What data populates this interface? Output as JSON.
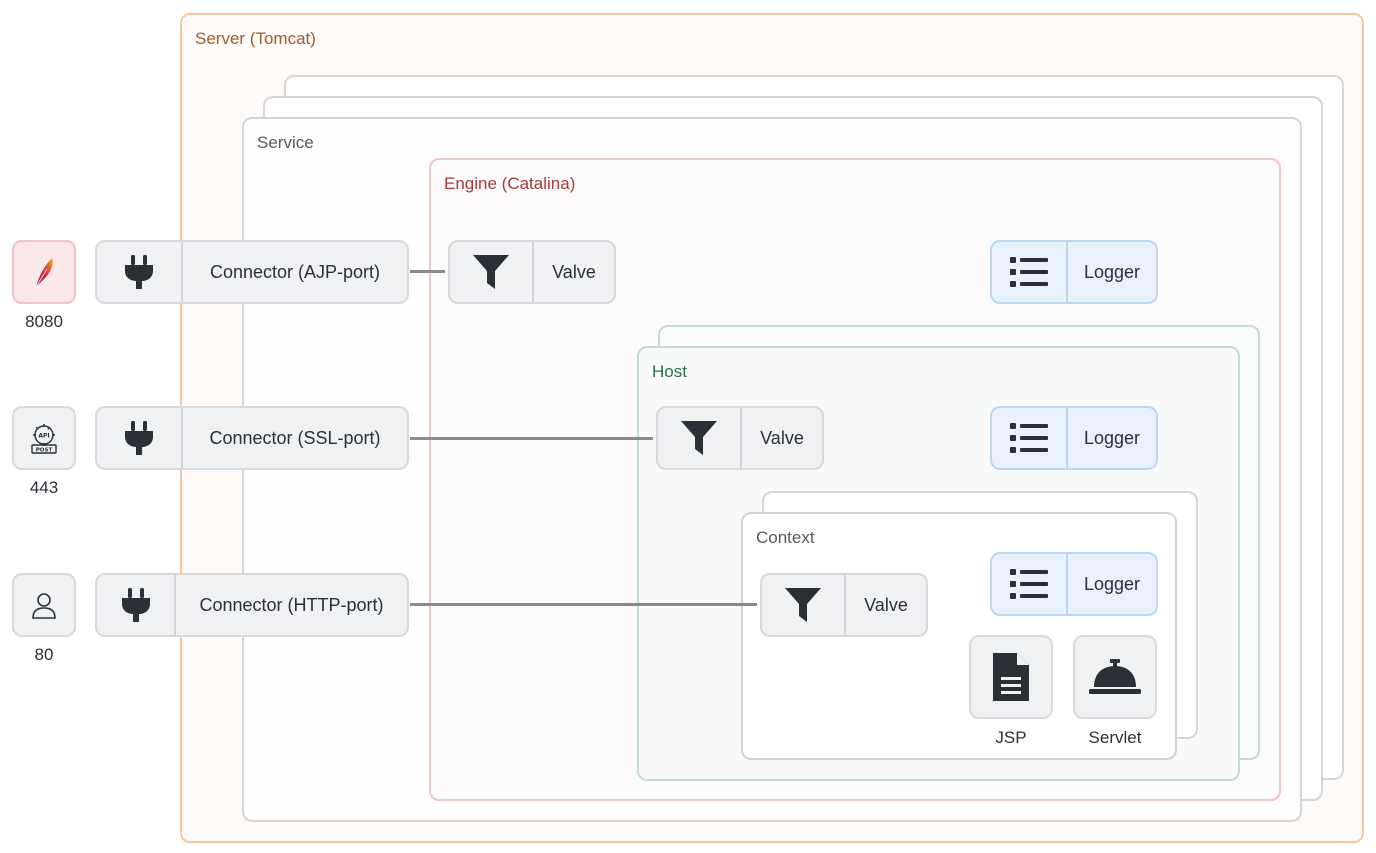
{
  "server": {
    "title": "Server (Tomcat)"
  },
  "service": {
    "title": "Service"
  },
  "engine": {
    "title": "Engine (Catalina)"
  },
  "host": {
    "title": "Host"
  },
  "context": {
    "title": "Context"
  },
  "clients": [
    {
      "icon": "feather-icon",
      "label": "8080"
    },
    {
      "icon": "api-gear-icon",
      "label": "443"
    },
    {
      "icon": "user-icon",
      "label": "80"
    }
  ],
  "connectors": [
    {
      "icon": "plug-icon",
      "label": "Connector (AJP-port)"
    },
    {
      "icon": "plug-icon",
      "label": "Connector (SSL-port)"
    },
    {
      "icon": "plug-icon",
      "label": "Connector (HTTP-port)"
    }
  ],
  "valves": {
    "engine": {
      "icon": "filter-icon",
      "label": "Valve"
    },
    "host": {
      "icon": "filter-icon",
      "label": "Valve"
    },
    "context": {
      "icon": "filter-icon",
      "label": "Valve"
    }
  },
  "loggers": {
    "engine": {
      "icon": "list-icon",
      "label": "Logger"
    },
    "host": {
      "icon": "list-icon",
      "label": "Logger"
    },
    "context": {
      "icon": "list-icon",
      "label": "Logger"
    }
  },
  "components": [
    {
      "icon": "document-icon",
      "label": "JSP"
    },
    {
      "icon": "service-bell-icon",
      "label": "Servlet"
    }
  ],
  "colors": {
    "server_border": "#f0c9a4",
    "engine_border": "#efc6c6",
    "host_border": "#bfdfcb",
    "logger_fill": "#e8f1fc",
    "wire": "#8a8a8a"
  }
}
